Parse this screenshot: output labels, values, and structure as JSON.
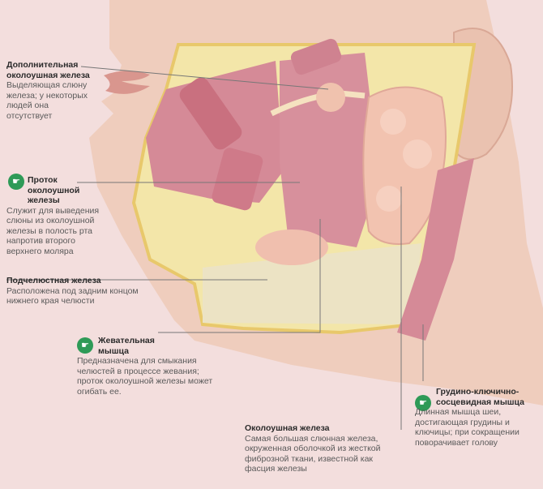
{
  "labels": {
    "accessory_parotid": {
      "title": "Дополнительная околоушная железа",
      "desc": "Выделяющая слюну железа; у некоторых людей она отсутствует"
    },
    "parotid_duct": {
      "title": "Проток околоушной железы",
      "desc": "Служит для выведения слюны из околоушной железы в полость рта напротив второго верхнего моляра"
    },
    "submandibular": {
      "title": "Подчелюстная железа",
      "desc": "Расположена под задним концом нижнего края челюсти"
    },
    "masseter": {
      "title": "Жевательная мышца",
      "desc": "Предназначена для смыкания челюстей в процессе жевания; проток околоушной железы может огибать ее."
    },
    "sternocleidomastoid": {
      "title": "Грудино-ключично-сосцевидная мышца",
      "desc": "Длинная мышца шеи, достигающая грудины и ключицы; при сокращении поворачивает голову"
    },
    "parotid": {
      "title": "Околоушная железа",
      "desc": "Самая большая слюнная железа, окруженная оболочкой из жесткой фиброзной ткани, известной как фасция железы"
    }
  },
  "colors": {
    "skin": "#f0d0c0",
    "muscle": "#d98f9e",
    "gland": "#f2c0b0",
    "fat": "#f0de7c",
    "icon": "#2e9a57"
  },
  "icon_name": "hand-pointer-icon"
}
